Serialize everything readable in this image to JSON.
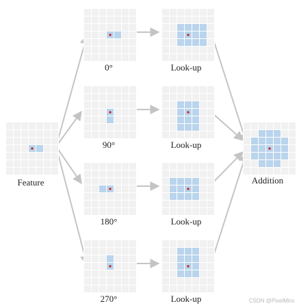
{
  "colors": {
    "grid_bg": "#f1f1f1",
    "grid_line": "#ffffff",
    "neighbor": "#b9d4ec",
    "center": "#cc1f1f",
    "arrow": "#c4c4c4"
  },
  "labels": {
    "feature": "Feature",
    "rot0": "0°",
    "rot90": "90°",
    "rot180": "180°",
    "rot270": "270°",
    "lookup": "Look-up",
    "addition": "Addition"
  },
  "watermark": "CSDN @PixelMinc",
  "grids": {
    "size": 7,
    "feature": {
      "center": [
        3,
        3
      ],
      "cells": [
        [
          3,
          4
        ]
      ]
    },
    "rot0": {
      "center": [
        3,
        3
      ],
      "cells": [
        [
          3,
          4
        ]
      ]
    },
    "rot90": {
      "center": [
        3,
        3
      ],
      "cells": [
        [
          4,
          3
        ]
      ]
    },
    "rot180": {
      "center": [
        3,
        3
      ],
      "cells": [
        [
          3,
          2
        ]
      ]
    },
    "rot270": {
      "center": [
        3,
        3
      ],
      "cells": [
        [
          2,
          3
        ]
      ]
    },
    "lookup0": {
      "center": [
        3,
        3
      ],
      "cells": [
        [
          2,
          2
        ],
        [
          2,
          3
        ],
        [
          2,
          4
        ],
        [
          2,
          5
        ],
        [
          3,
          2
        ],
        [
          3,
          4
        ],
        [
          3,
          5
        ],
        [
          4,
          2
        ],
        [
          4,
          3
        ],
        [
          4,
          4
        ],
        [
          4,
          5
        ]
      ]
    },
    "lookup90": {
      "center": [
        3,
        3
      ],
      "cells": [
        [
          2,
          2
        ],
        [
          2,
          3
        ],
        [
          2,
          4
        ],
        [
          3,
          2
        ],
        [
          3,
          4
        ],
        [
          4,
          2
        ],
        [
          4,
          3
        ],
        [
          4,
          4
        ],
        [
          5,
          2
        ],
        [
          5,
          3
        ],
        [
          5,
          4
        ]
      ]
    },
    "lookup180": {
      "center": [
        3,
        3
      ],
      "cells": [
        [
          2,
          1
        ],
        [
          2,
          2
        ],
        [
          2,
          3
        ],
        [
          2,
          4
        ],
        [
          3,
          1
        ],
        [
          3,
          2
        ],
        [
          3,
          4
        ],
        [
          4,
          1
        ],
        [
          4,
          2
        ],
        [
          4,
          3
        ],
        [
          4,
          4
        ]
      ]
    },
    "lookup270": {
      "center": [
        3,
        3
      ],
      "cells": [
        [
          1,
          2
        ],
        [
          1,
          3
        ],
        [
          1,
          4
        ],
        [
          2,
          2
        ],
        [
          2,
          3
        ],
        [
          2,
          4
        ],
        [
          3,
          2
        ],
        [
          3,
          4
        ],
        [
          4,
          2
        ],
        [
          4,
          3
        ],
        [
          4,
          4
        ]
      ]
    },
    "addition": {
      "center": [
        3,
        3
      ],
      "cells": [
        [
          1,
          2
        ],
        [
          1,
          3
        ],
        [
          1,
          4
        ],
        [
          2,
          1
        ],
        [
          2,
          2
        ],
        [
          2,
          3
        ],
        [
          2,
          4
        ],
        [
          2,
          5
        ],
        [
          3,
          1
        ],
        [
          3,
          2
        ],
        [
          3,
          4
        ],
        [
          3,
          5
        ],
        [
          4,
          1
        ],
        [
          4,
          2
        ],
        [
          4,
          3
        ],
        [
          4,
          4
        ],
        [
          4,
          5
        ],
        [
          5,
          2
        ],
        [
          5,
          3
        ],
        [
          5,
          4
        ]
      ]
    }
  }
}
